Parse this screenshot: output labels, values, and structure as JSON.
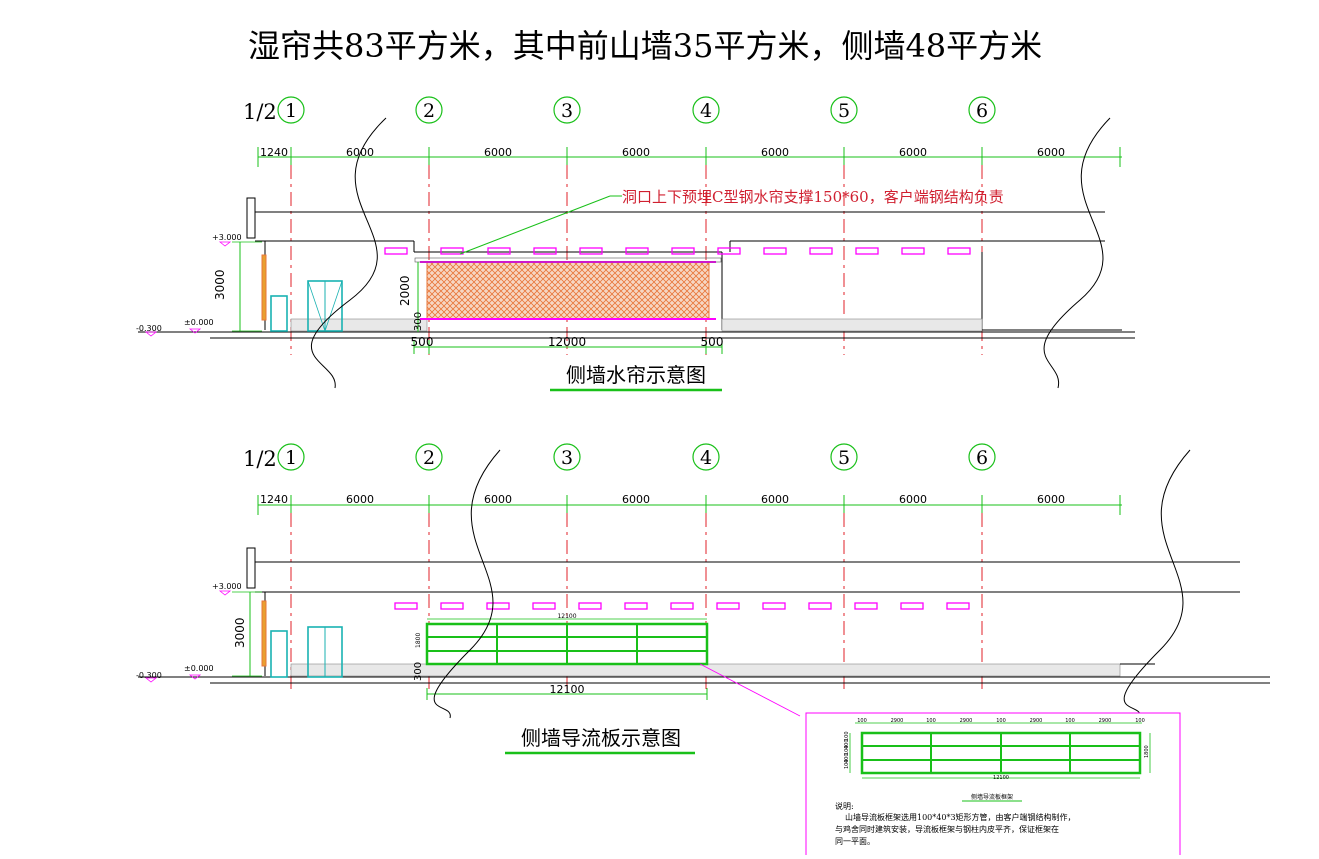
{
  "page_title": "湿帘共83平方米，其中前山墙35平方米，侧墙48平方米",
  "axis_labels": [
    "1/2",
    "1",
    "2",
    "3",
    "4",
    "5",
    "6"
  ],
  "spacings": [
    "1240",
    "6000",
    "6000",
    "6000",
    "6000",
    "6000",
    "6000"
  ],
  "drawing1": {
    "title": "侧墙水帘示意图",
    "annotation": "洞口上下预埋C型钢水帘支撑150*60，客户端钢结构负责",
    "elev_top": "+3.000",
    "elev_ground": "±0.000",
    "elev_low": "-0.300",
    "height_dim": "3000",
    "curtain_height": "2000",
    "sill_height": "300",
    "opening_dims": [
      "500",
      "12000",
      "500"
    ]
  },
  "drawing2": {
    "title": "侧墙导流板示意图",
    "elev_top": "+3.000",
    "elev_ground": "±0.000",
    "elev_low": "-0.300",
    "height_dim": "3000",
    "panel_width_top": "12100",
    "panel_height": "1800",
    "sill_height": "300",
    "panel_width_bottom": "12100"
  },
  "detail": {
    "title": "侧墙导流板框架",
    "top_dims": [
      "100",
      "2900",
      "100",
      "2900",
      "100",
      "2900",
      "100",
      "2900",
      "100"
    ],
    "left_dims": [
      "100",
      "400",
      "100",
      "400",
      "100"
    ],
    "right_dim": "1800",
    "bottom_dim": "12100",
    "note_heading": "说明:",
    "note_lines": [
      "山墙导流板框架选用100*40*3矩形方管，由客户端钢结构制作，",
      "与鸡舍同时建筑安装，导流板框架与钢柱内皮平齐，保证框架在",
      "同一平面。"
    ]
  },
  "colors": {
    "axis": "#e0202a",
    "dim": "#19c019",
    "frame": "#19c019",
    "magenta": "#ff00ff",
    "cyan": "#19b2b2",
    "curtain": "#e8763a",
    "annotation": "#d02030",
    "wall": "#000000"
  }
}
